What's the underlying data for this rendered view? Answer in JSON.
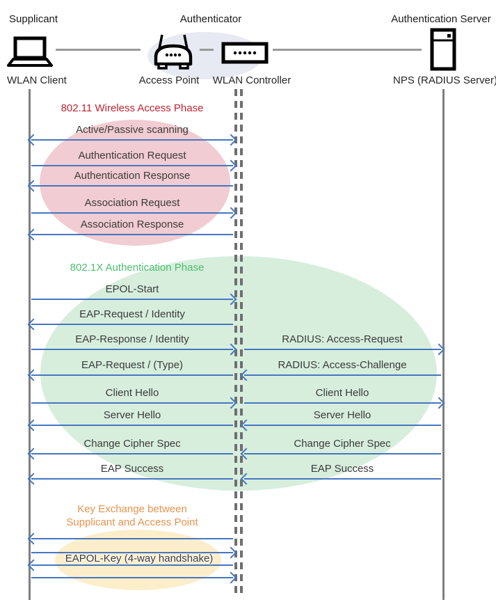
{
  "colors": {
    "arrow": "#4676c0",
    "lifeline": "#7f7f7f",
    "connector": "#9a9a9a",
    "text": "#3a3a3a",
    "phase1-text": "#bf2333",
    "phase2-text": "#4cbf6e",
    "phase3-text": "#e8934e",
    "phase1-fill": "#f1ccd2",
    "phase2-fill": "#d7eedd",
    "phase3-fill": "#fdeecb",
    "authenticator-fill": "#e7eaf3"
  },
  "header": {
    "roles": [
      {
        "label": "Supplicant"
      },
      {
        "label": "Authenticator"
      },
      {
        "label": "Authentication Server"
      }
    ],
    "devices": [
      {
        "label": "WLAN Client",
        "icon": "laptop-icon"
      },
      {
        "label": "Access Point",
        "icon": "access-point-icon"
      },
      {
        "label": "WLAN Controller",
        "icon": "wlan-controller-icon"
      },
      {
        "label": "NPS (RADIUS Server)",
        "icon": "server-icon"
      }
    ]
  },
  "phases": [
    {
      "title": "802.11 Wireless Access Phase",
      "messages": [
        {
          "label": "Active/Passive scanning",
          "direction": "both"
        },
        {
          "label": "Authentication Request",
          "direction": "right"
        },
        {
          "label": "Authentication Response",
          "direction": "left"
        },
        {
          "label": "Association Request",
          "direction": "right"
        },
        {
          "label": "Association Response",
          "direction": "left"
        }
      ]
    },
    {
      "title": "802.1X Authentication Phase",
      "client_to_ap": [
        {
          "label": "EPOL-Start",
          "direction": "right"
        },
        {
          "label": "EAP-Request / Identity",
          "direction": "left"
        },
        {
          "label": "EAP-Response / Identity",
          "direction": "right"
        },
        {
          "label": "EAP-Request / (Type)",
          "direction": "left"
        },
        {
          "label": "Client Hello",
          "direction": "right"
        },
        {
          "label": "Server Hello",
          "direction": "left"
        },
        {
          "label": "Change Cipher Spec",
          "direction": "left"
        },
        {
          "label": "EAP Success",
          "direction": "left"
        }
      ],
      "ap_to_server": [
        {
          "label": "RADIUS: Access-Request",
          "direction": "right"
        },
        {
          "label": "RADIUS: Access-Challenge",
          "direction": "left"
        },
        {
          "label": "Client Hello",
          "direction": "right"
        },
        {
          "label": "Server Hello",
          "direction": "left"
        },
        {
          "label": "Change Cipher Spec",
          "direction": "left"
        },
        {
          "label": "EAP Success",
          "direction": "left"
        }
      ]
    },
    {
      "title_line1": "Key Exchange between",
      "title_line2": "Supplicant and Access Point",
      "messages": [
        {
          "label": "EAPOL-Key (4-way handshake)",
          "direction": "exchange",
          "arrow_sequence": [
            "left",
            "right",
            "left",
            "right"
          ]
        }
      ]
    }
  ]
}
